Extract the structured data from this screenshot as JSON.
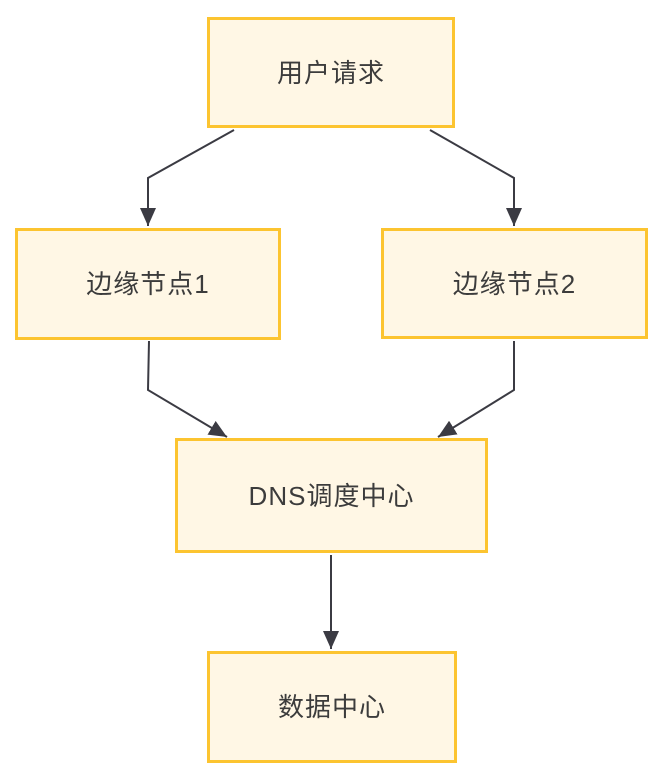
{
  "diagram": {
    "type": "flowchart",
    "direction": "top-down",
    "nodes": [
      {
        "id": "user-request",
        "label": "用户请求"
      },
      {
        "id": "edge-node-1",
        "label": "边缘节点1"
      },
      {
        "id": "edge-node-2",
        "label": "边缘节点2"
      },
      {
        "id": "dns-center",
        "label": "DNS调度中心"
      },
      {
        "id": "data-center",
        "label": "数据中心"
      }
    ],
    "edges": [
      {
        "from": "用户请求",
        "to": "边缘节点1"
      },
      {
        "from": "用户请求",
        "to": "边缘节点2"
      },
      {
        "from": "边缘节点1",
        "to": "DNS调度中心"
      },
      {
        "from": "边缘节点2",
        "to": "DNS调度中心"
      },
      {
        "from": "DNS调度中心",
        "to": "数据中心"
      }
    ],
    "colors": {
      "node_fill": "#fff7e5",
      "node_border": "#fcc430",
      "arrow": "#3b3b43",
      "label_text": "#3c3c3c",
      "background": "#ffffff"
    }
  }
}
